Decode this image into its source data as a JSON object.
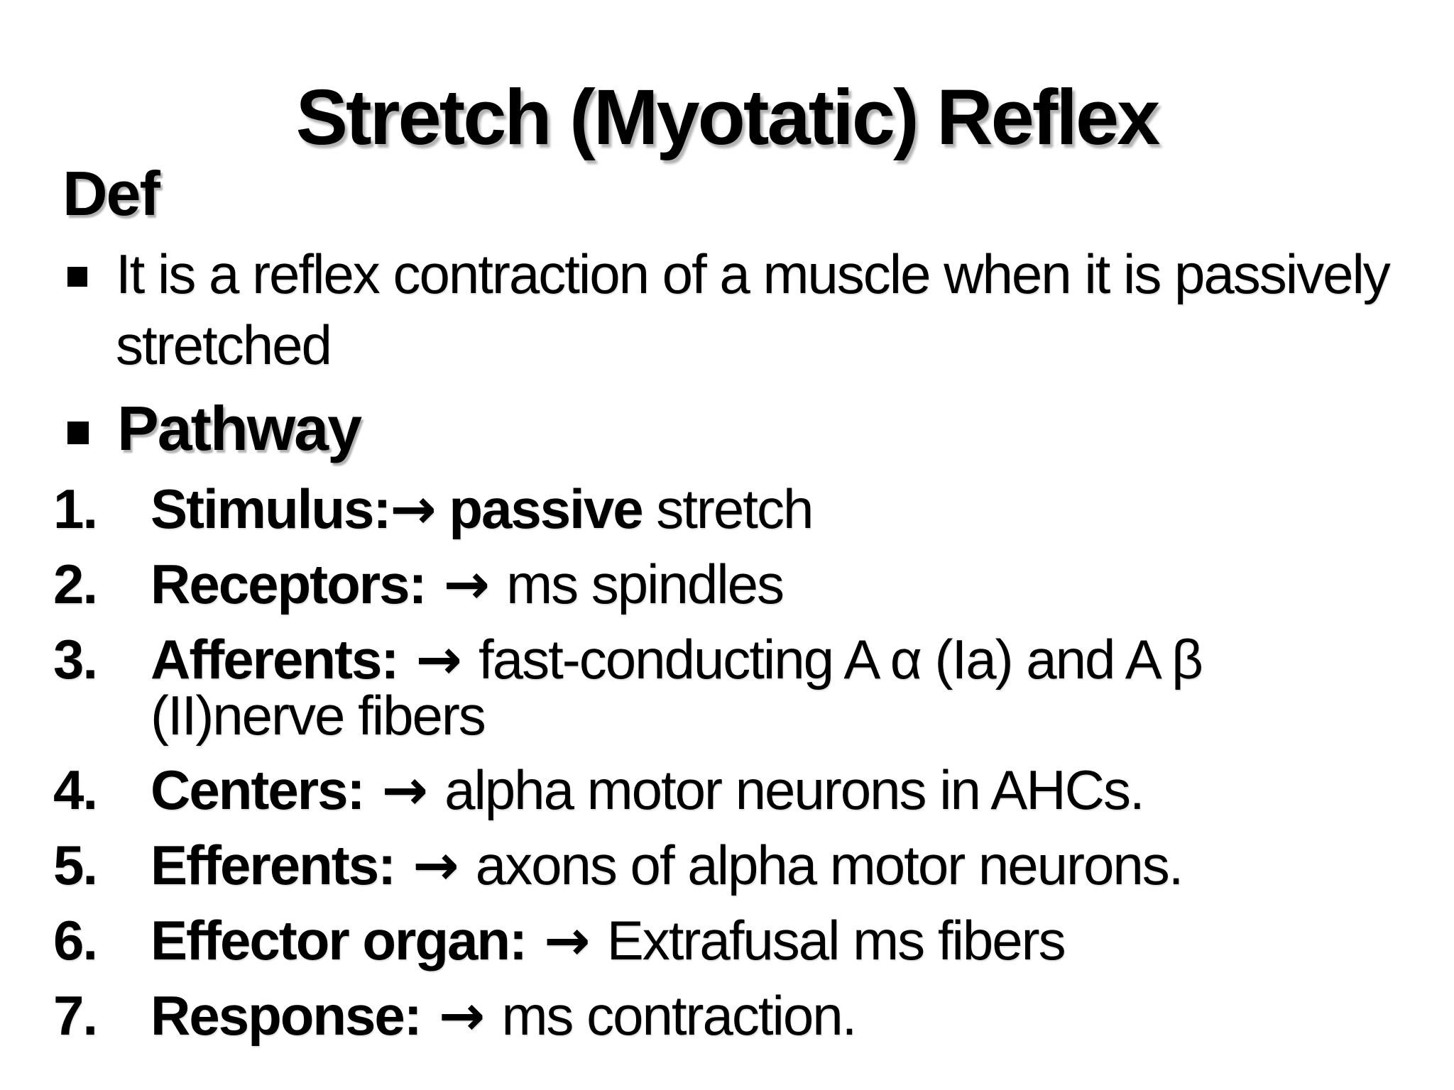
{
  "title": "Stretch (Myotatic) Reflex",
  "def_heading": "Def",
  "definition_bullet": "It is a reflex contraction of a muscle when it is passively stretched",
  "pathway_bullet": "Pathway",
  "steps": [
    {
      "num": "1.",
      "label": "Stimulus:",
      "arrow": "→",
      "bold_rest": " passive",
      "rest": " stretch"
    },
    {
      "num": "2.",
      "label": "Receptors:",
      "arrow": " → ",
      "bold_rest": "",
      "rest": "ms spindles"
    },
    {
      "num": "3.",
      "label": "Afferents:",
      "arrow": " → ",
      "bold_rest": "",
      "rest": "fast-conducting A α (Ia) and A β (II)nerve fibers"
    },
    {
      "num": "4.",
      "label": "Centers:",
      "arrow": " → ",
      "bold_rest": "",
      "rest": "alpha motor neurons in AHCs."
    },
    {
      "num": "5.",
      "label": "Efferents:",
      "arrow": " → ",
      "bold_rest": "",
      "rest": "axons of alpha motor neurons."
    },
    {
      "num": "6.",
      "label": "Effector organ:",
      "arrow": " → ",
      "bold_rest": "",
      "rest": "Extrafusal ms fibers"
    },
    {
      "num": "7.",
      "label": "Response:",
      "arrow": " → ",
      "bold_rest": "",
      "rest": "ms contraction."
    }
  ],
  "colors": {
    "background": "#ffffff",
    "text": "#000000"
  }
}
